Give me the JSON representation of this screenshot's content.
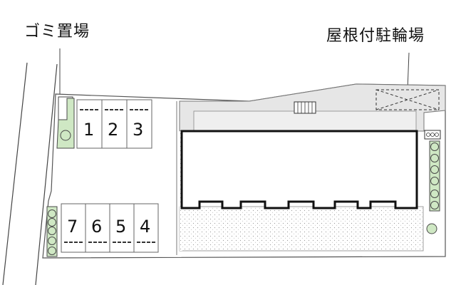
{
  "labels": {
    "garbage_area": "ゴミ置場",
    "roofed_bicycle_parking": "屋根付駐輪場"
  },
  "parking_spaces": {
    "top_row": [
      "1",
      "2",
      "3"
    ],
    "bottom_row": [
      "7",
      "6",
      "5",
      "4"
    ]
  },
  "colors": {
    "building_outline": "#111111",
    "walkway_gray": "#e6e6e6",
    "gravel_dots": "#9a9a9a",
    "shrub_green": "#cfe8c4",
    "site_outline": "#555555"
  }
}
